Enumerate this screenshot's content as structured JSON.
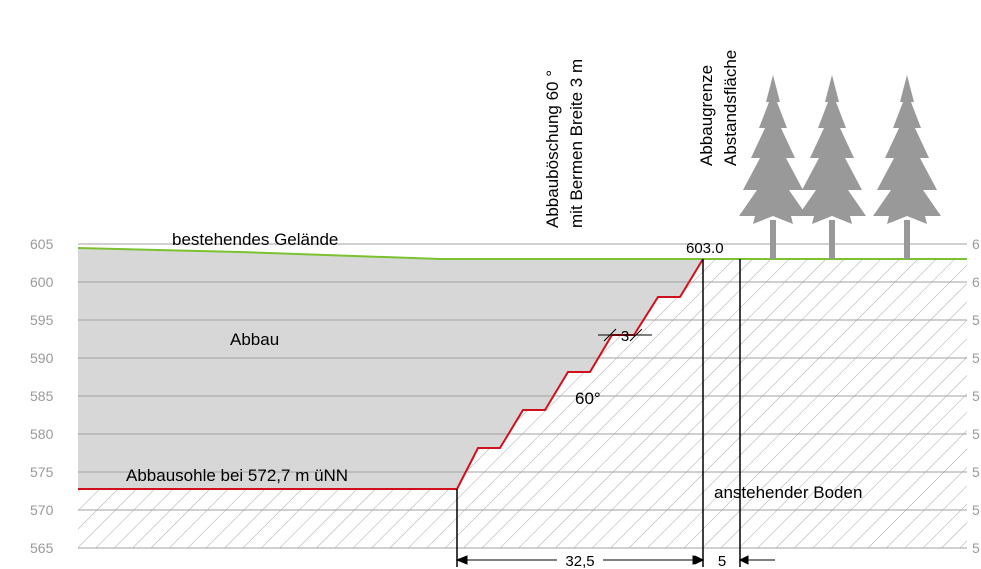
{
  "y_axis": {
    "labels": [
      "605",
      "600",
      "595",
      "590",
      "585",
      "580",
      "575",
      "570",
      "565"
    ],
    "right_labels": [
      "6",
      "6",
      "5",
      "5",
      "5",
      "5",
      "5",
      "5",
      "5"
    ]
  },
  "labels": {
    "terrain": "bestehendes Gelände",
    "excavation": "Abbau",
    "floor": "Abbausohle bei 572,7 m üNN",
    "ground": "anstehender Boden",
    "angle": "60°",
    "berm_width": "3",
    "top_elevation": "603.0",
    "slope_line1": "Abbauböschung 60 °",
    "slope_line2": "mit Bermen Breite 3 m",
    "limit_line1": "Abbaugrenze",
    "limit_line2": "Abstandsfläche"
  },
  "dimensions": {
    "slope_width": "32,5",
    "setback": "5"
  },
  "colors": {
    "terrain_line": "#7cc230",
    "slope_line": "#d0101c",
    "excavation_fill": "#d7d7d7",
    "hatch": "#a8a8a8",
    "grid": "#a0a0a0",
    "tree": "#999999"
  }
}
